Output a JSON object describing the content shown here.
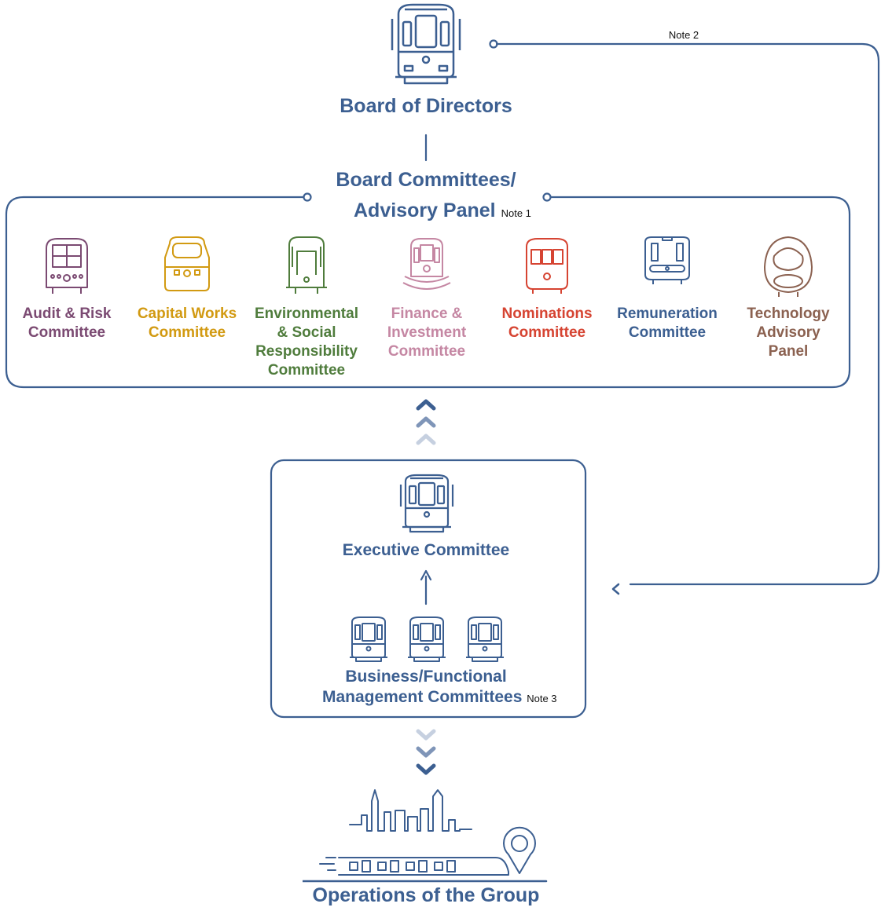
{
  "board": {
    "label": "Board of Directors"
  },
  "committees_group": {
    "label_line1": "Board Committees/",
    "label_line2": "Advisory Panel",
    "note": "Note 1"
  },
  "note2": "Note 2",
  "committees": [
    {
      "lines": [
        "Audit & Risk",
        "Committee"
      ],
      "color": "#7b4a72"
    },
    {
      "lines": [
        "Capital Works",
        "Committee"
      ],
      "color": "#d29a12"
    },
    {
      "lines": [
        "Environmental",
        "& Social",
        "Responsibility",
        "Committee"
      ],
      "color": "#4f7c3c"
    },
    {
      "lines": [
        "Finance &",
        "Investment",
        "Committee"
      ],
      "color": "#c587a3"
    },
    {
      "lines": [
        "Nominations",
        "Committee"
      ],
      "color": "#d64432"
    },
    {
      "lines": [
        "Remuneration",
        "Committee"
      ],
      "color": "#3c5f91"
    },
    {
      "lines": [
        "Technology",
        "Advisory",
        "Panel"
      ],
      "color": "#8b6150"
    }
  ],
  "executive": {
    "label": "Executive Committee"
  },
  "management": {
    "label_line1": "Business/Functional",
    "label_line2": "Management Committees",
    "note": "Note 3"
  },
  "operations": {
    "label": "Operations of the Group"
  },
  "colors": {
    "primary": "#3c5f91",
    "light": "#b8c4d8",
    "mid": "#7f95b8"
  }
}
